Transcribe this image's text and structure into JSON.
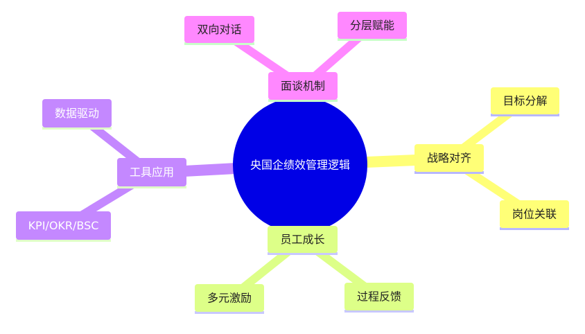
{
  "center": {
    "label": "央国企绩效管理逻辑",
    "color": "#0000e6",
    "text_color": "#ffffff"
  },
  "branches": [
    {
      "label": "面谈机制",
      "color": "#ff88ff",
      "text_color": "#222222",
      "underline": "#c8ffc8",
      "children": [
        "双向对话",
        "分层赋能"
      ]
    },
    {
      "label": "战略对齐",
      "color": "#ffff77",
      "text_color": "#222222",
      "underline": "#b8b8ff",
      "children": [
        "目标分解",
        "岗位关联"
      ]
    },
    {
      "label": "员工成长",
      "color": "#ddff88",
      "text_color": "#222222",
      "underline": "#c8c8ff",
      "children": [
        "多元激励",
        "过程反馈"
      ]
    },
    {
      "label": "工具应用",
      "color": "#c488ff",
      "text_color": "#ffffff",
      "underline": "#e0ffc8",
      "children": [
        "数据驱动",
        "KPI/OKR/BSC"
      ]
    }
  ]
}
